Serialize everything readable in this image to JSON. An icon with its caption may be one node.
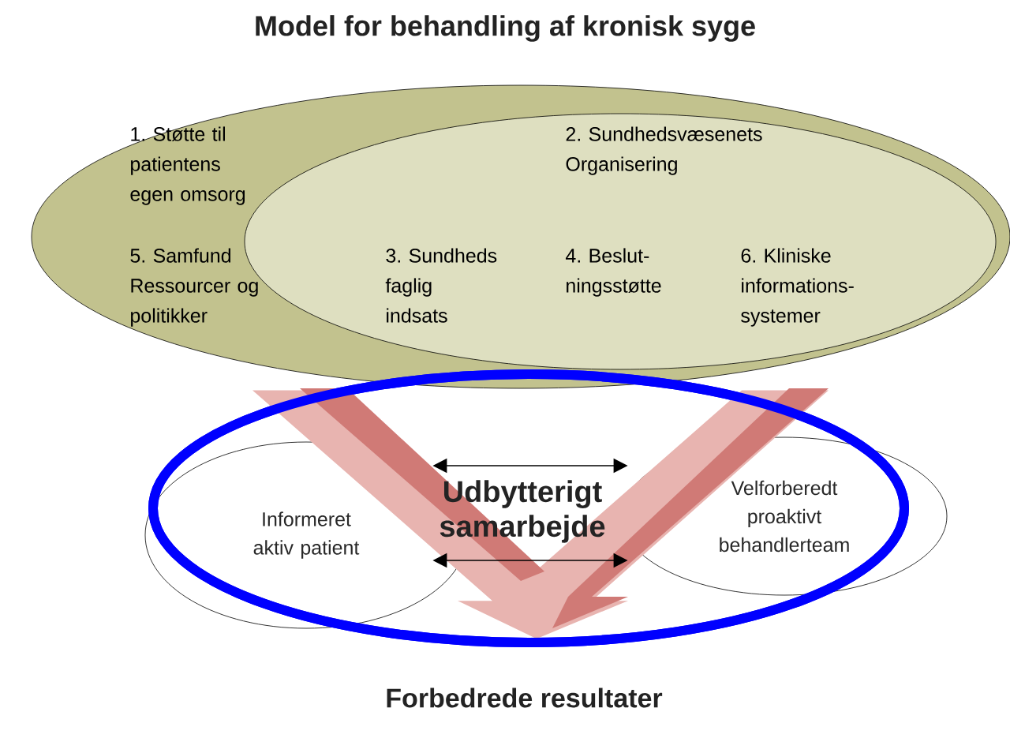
{
  "diagram": {
    "title": "Model for behandling af kronisk syge",
    "nodes": [
      {
        "text": [
          "1. Støtte til patientens egen omsorg",
          "5. Samfund Ressourcer og politikker"
        ]
      },
      {
        "text": [
          "2. Sundhedsvæsenets Organisering",
          "3. Sundheds faglig indsats",
          "4. Beslut- ningsstøtte",
          "6. Kliniske informations- systemer"
        ],
        "in": 0
      },
      {
        "text": [
          "Informeret aktiv patient"
        ]
      },
      {
        "text": [
          "Velforberedt proaktivt behandlerteam"
        ]
      },
      {
        "text": [
          "Forbedrede resultater"
        ]
      }
    ],
    "edges": [
      {
        "from": 2,
        "to": 3,
        "arrow": "both"
      },
      {
        "from": 2,
        "to": 3,
        "arrow": "both"
      },
      {
        "from": 0,
        "to": 4,
        "arrow": "to",
        "style": "thick",
        "color": "#e8b4b0"
      },
      {
        "from": 0,
        "to": 4,
        "arrow": "to",
        "style": "thick",
        "color": "#e8b4b0"
      }
    ],
    "labels": [
      "Udbytterigt samarbejde"
    ]
  }
}
